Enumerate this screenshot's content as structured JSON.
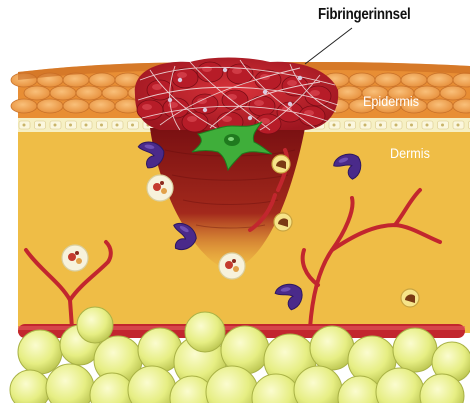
{
  "labels": {
    "fibrin_clot": "Fibringerinnsel",
    "epidermis": "Epidermis",
    "dermis": "Dermis"
  },
  "colors": {
    "epidermis": "#f0a24a",
    "dermis": "#f2c24a",
    "clot": "#c01f2a",
    "wound": "#8c1414",
    "vessel": "#c2262e",
    "fat": "#e2eb7a",
    "platelet": "#4a2a8a",
    "fibroblast": "#3fae3a"
  },
  "icons": [
    "fibrin-mesh",
    "macrophage-cell",
    "neutrophil-cell",
    "platelet-cell",
    "fibroblast-cell",
    "blood-vessel",
    "fat-cell"
  ]
}
